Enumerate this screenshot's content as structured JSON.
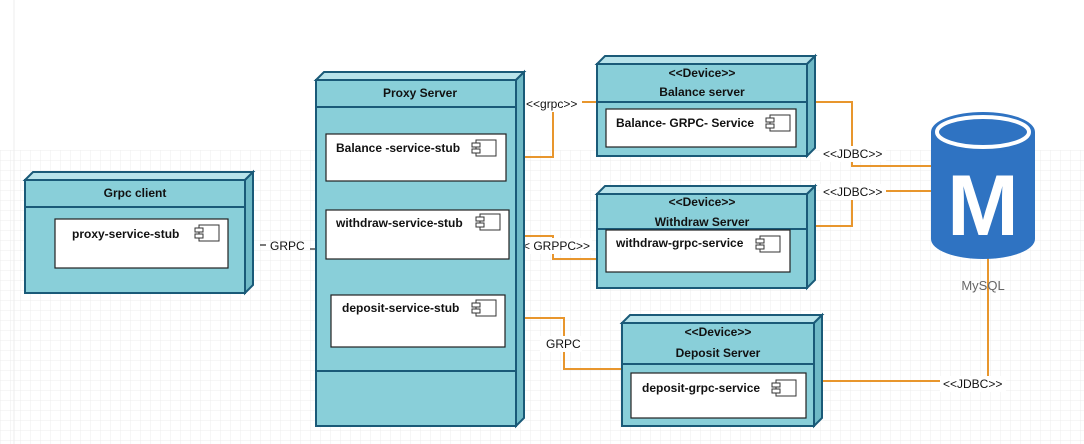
{
  "nodes": {
    "grpc_client": {
      "title": "Grpc client",
      "stub": "proxy-service-stub"
    },
    "proxy_server": {
      "title": "Proxy Server",
      "stubs": [
        "Balance -service-stub",
        "withdraw-service-stub",
        "deposit-service-stub"
      ]
    },
    "balance_server": {
      "stereotype": "<<Device>>",
      "title": "Balance server",
      "component": "Balance- GRPC- Service"
    },
    "withdraw_server": {
      "stereotype": "<<Device>>",
      "title": "Withdraw Server",
      "component": "withdraw-grpc-service"
    },
    "deposit_server": {
      "stereotype": "<<Device>>",
      "title": "Deposit Server",
      "component": "deposit-grpc-service"
    }
  },
  "database": {
    "label": "MySQL",
    "letter": "M"
  },
  "connections": {
    "client_proxy": "GRPC",
    "proxy_balance": "<<grpc>>",
    "proxy_withdraw": "<< GRPPC>>",
    "proxy_deposit": "GRPC",
    "balance_db": "<<JDBC>>",
    "withdraw_db": "<<JDBC>>",
    "deposit_db": "<<JDBC>>"
  },
  "colors": {
    "node_fill": "#89cfd9",
    "node_border": "#1a5a78",
    "connector": "#e8962d",
    "db_fill": "#2f73c2",
    "grid": "#e8e8e8"
  }
}
